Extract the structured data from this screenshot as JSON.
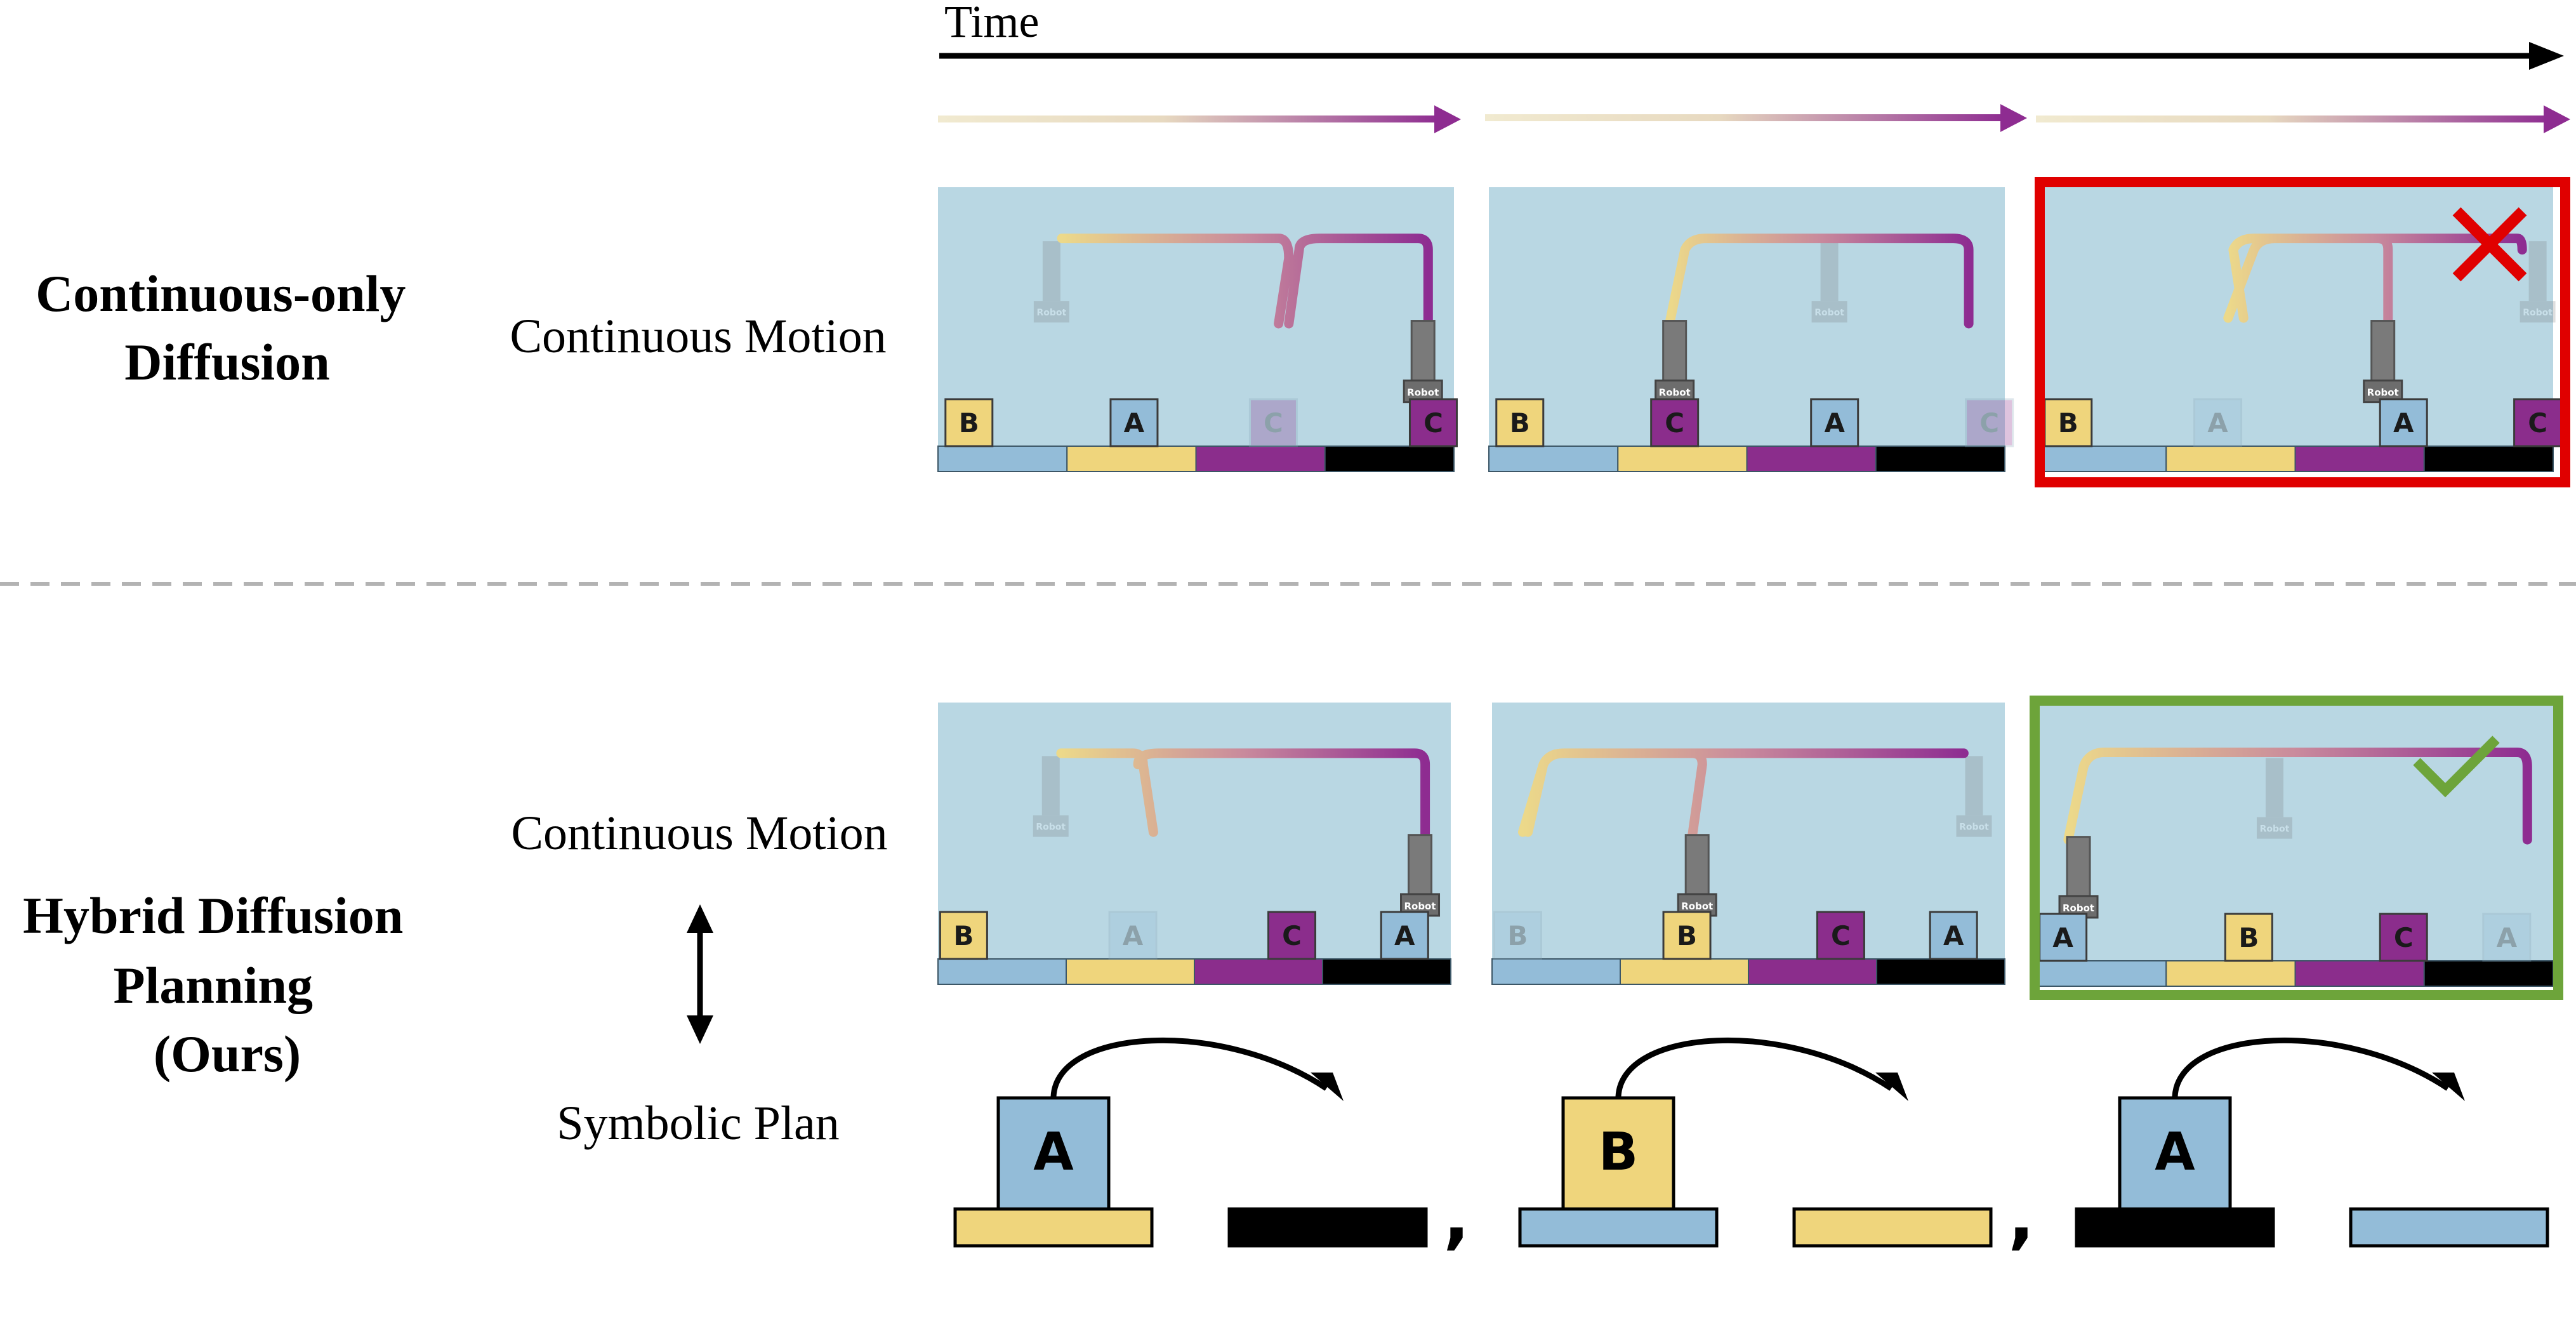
{
  "labels": {
    "time": "Time",
    "row1_title": [
      "Continuous-only",
      "Diffusion"
    ],
    "row2_title": [
      "Hybrid Diffusion",
      "Planning",
      "(Ours)"
    ],
    "continuous_motion": "Continuous Motion",
    "symbolic_plan": "Symbolic Plan",
    "robot": "Robot"
  },
  "colors": {
    "background_panel": "#b9d7e3",
    "block_blue": "#93bcd8",
    "block_yellow": "#efd57c",
    "block_purple": "#8b2d8c",
    "block_black": "#000000",
    "trajectory_start": "#ecd98a",
    "trajectory_end": "#8e2c91",
    "fail_frame": "#e00000",
    "success_frame": "#6da43a"
  },
  "row1_panels": [
    {
      "ghosts": [
        "C"
      ],
      "blocks": [
        {
          "label": "B",
          "color": "yellow",
          "faded": false
        },
        {
          "label": "A",
          "color": "blue",
          "faded": false
        },
        {
          "label": "C",
          "color": "purple",
          "faded": true
        },
        {
          "label": "C",
          "color": "purple",
          "faded": false
        }
      ],
      "status": "none"
    },
    {
      "blocks": [
        {
          "label": "B",
          "color": "yellow",
          "faded": false
        },
        {
          "label": "C",
          "color": "purple",
          "faded": false
        },
        {
          "label": "A",
          "color": "blue",
          "faded": false
        },
        {
          "label": "C",
          "color": "purple",
          "faded": true
        }
      ],
      "status": "none"
    },
    {
      "blocks": [
        {
          "label": "B",
          "color": "yellow",
          "faded": false
        },
        {
          "label": "A",
          "color": "blue",
          "faded": true
        },
        {
          "label": "A",
          "color": "blue",
          "faded": false
        },
        {
          "label": "C",
          "color": "purple",
          "faded": false
        }
      ],
      "status": "fail",
      "status_icon": "cross-icon"
    }
  ],
  "row2_panels": [
    {
      "blocks": [
        {
          "label": "B",
          "color": "yellow",
          "faded": false
        },
        {
          "label": "A",
          "color": "blue",
          "faded": true
        },
        {
          "label": "C",
          "color": "purple",
          "faded": false
        },
        {
          "label": "A",
          "color": "blue",
          "faded": false
        }
      ],
      "status": "none"
    },
    {
      "blocks": [
        {
          "label": "B",
          "color": "blue",
          "faded": true
        },
        {
          "label": "B",
          "color": "yellow",
          "faded": false
        },
        {
          "label": "C",
          "color": "purple",
          "faded": false
        },
        {
          "label": "A",
          "color": "blue",
          "faded": false
        }
      ],
      "status": "none"
    },
    {
      "blocks": [
        {
          "label": "A",
          "color": "blue",
          "faded": false
        },
        {
          "label": "B",
          "color": "yellow",
          "faded": false
        },
        {
          "label": "C",
          "color": "purple",
          "faded": false
        },
        {
          "label": "A",
          "color": "blue",
          "faded": true
        }
      ],
      "status": "success",
      "status_icon": "check-icon"
    }
  ],
  "symbolic_steps": [
    {
      "block": "A",
      "block_color": "blue",
      "from_region": "yellow",
      "to_region": "black"
    },
    {
      "block": "B",
      "block_color": "yellow",
      "from_region": "blue",
      "to_region": "yellow"
    },
    {
      "block": "A",
      "block_color": "blue",
      "from_region": "black",
      "to_region": "blue"
    }
  ],
  "separator": ","
}
